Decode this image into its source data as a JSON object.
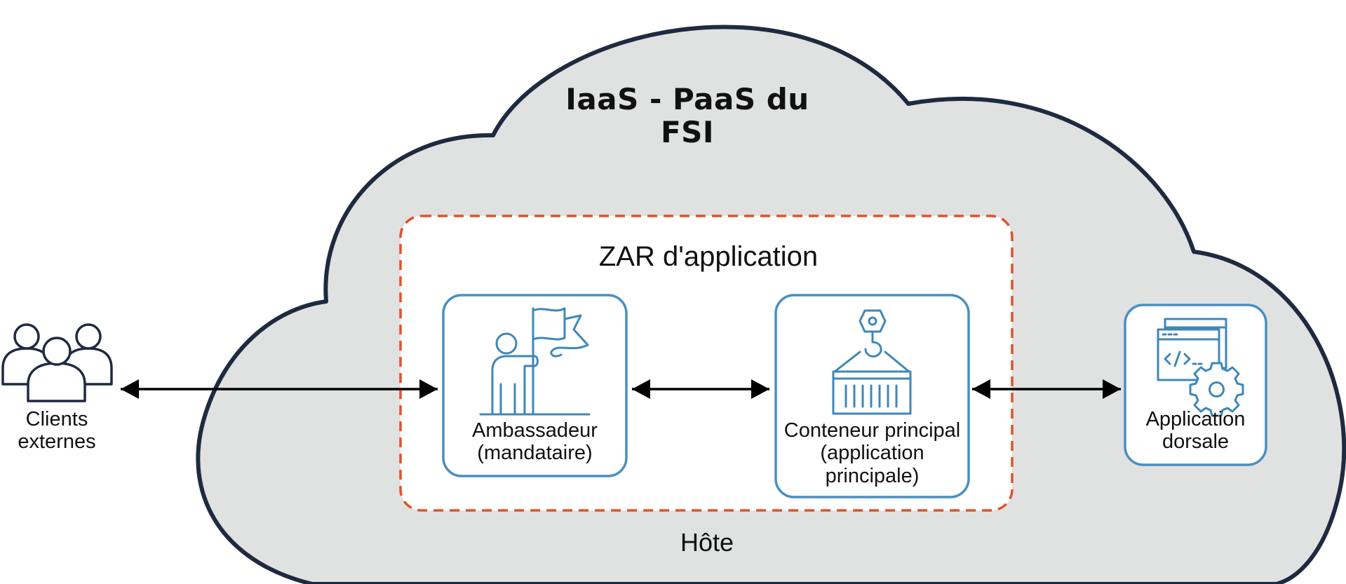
{
  "cloud": {
    "title": "IaaS - PaaS du FSI",
    "host_label": "Hôte",
    "fill_color": "#e0e1e1",
    "stroke_color": "#1e2a40"
  },
  "zone": {
    "title": "ZAR d'application",
    "border_color": "#e0522b"
  },
  "nodes": {
    "clients": {
      "line1": "Clients",
      "line2": "externes",
      "icon": "users-group-icon"
    },
    "ambassador": {
      "line1": "Ambassadeur",
      "line2": "(mandataire)",
      "icon": "person-flag-icon"
    },
    "main_container": {
      "line1": "Conteneur principal",
      "line2": "(application",
      "line3": "principale)",
      "icon": "crane-container-icon"
    },
    "backend": {
      "line1": "Application",
      "line2": "dorsale",
      "icon": "code-window-gear-icon"
    }
  },
  "colors": {
    "box_border": "#4a8fc0",
    "icon_line": "#3f87b8",
    "arrow": "#000000",
    "clients_icon": "#1e2a40"
  }
}
